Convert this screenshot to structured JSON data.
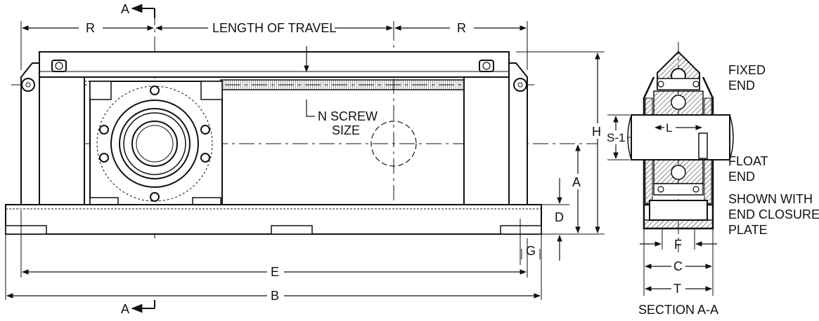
{
  "labels": {
    "section_mark": "A",
    "dim_r": "R",
    "length_of_travel": "LENGTH OF TRAVEL",
    "n_screw_line1": "N SCREW",
    "n_screw_line2": "SIZE",
    "dim_h": "H",
    "dim_a": "A",
    "dim_d": "D",
    "dim_g": "G",
    "dim_e": "E",
    "dim_b": "B",
    "dim_s1": "S-1",
    "dim_l": "L",
    "dim_f": "F",
    "dim_c": "C",
    "dim_t": "T",
    "fixed_end_line1": "FIXED",
    "fixed_end_line2": "END",
    "float_end_line1": "FLOAT",
    "float_end_line2": "END",
    "shown_with_line1": "SHOWN WITH",
    "shown_with_line2": "END CLOSURE",
    "shown_with_line3": "PLATE",
    "section_title": "SECTION A-A"
  }
}
